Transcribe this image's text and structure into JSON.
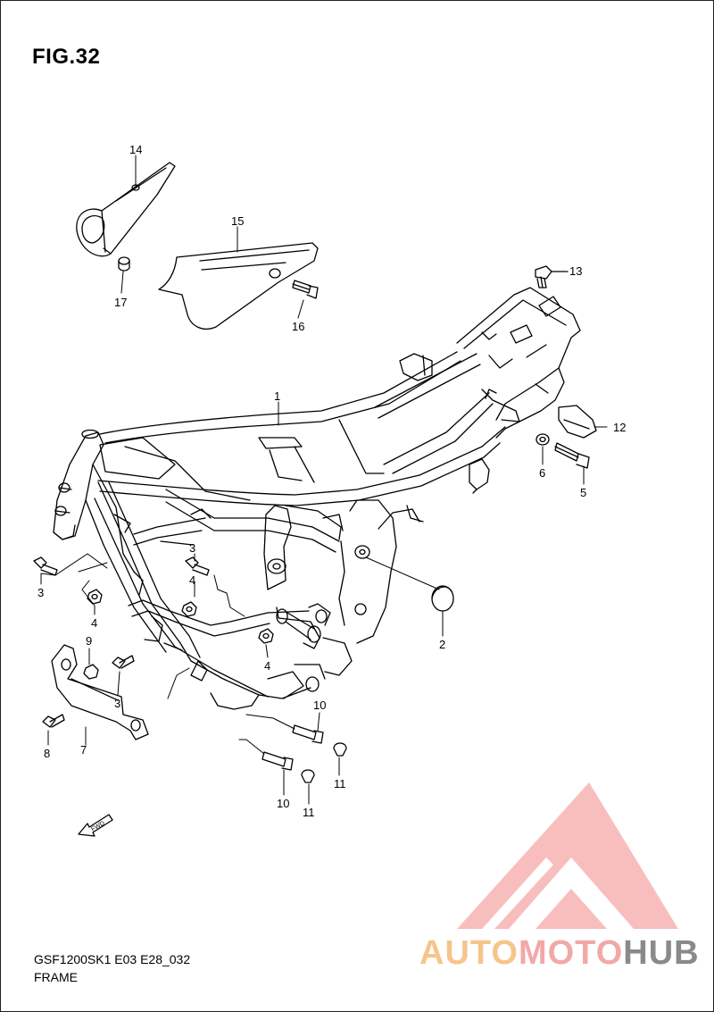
{
  "figure": {
    "title": "FIG.32",
    "part_number": "GSF1200SK1 E03 E28_032",
    "name": "FRAME"
  },
  "callouts": {
    "c1": "1",
    "c2": "2",
    "c3a": "3",
    "c3b": "3",
    "c3c": "3",
    "c4a": "4",
    "c4b": "4",
    "c4c": "4",
    "c5": "5",
    "c6": "6",
    "c7": "7",
    "c8": "8",
    "c9": "9",
    "c10a": "10",
    "c10b": "10",
    "c11a": "11",
    "c11b": "11",
    "c12": "12",
    "c13": "13",
    "c14": "14",
    "c15": "15",
    "c16": "16",
    "c17": "17"
  },
  "fwd_label": "FWD",
  "watermark": {
    "auto": "AUTO",
    "moto": "MOTO",
    "hub": "HUB",
    "colors": {
      "auto": "#f6c58a",
      "moto": "#f2a8a8",
      "hub": "#8a8a8a",
      "logo": "#f4a0a0"
    }
  }
}
